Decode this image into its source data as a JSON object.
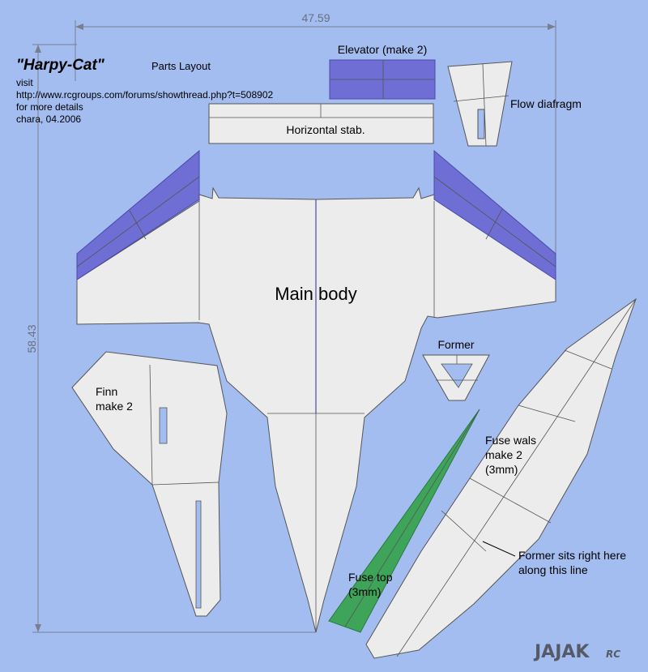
{
  "header": {
    "title": "\"Harpy-Cat\"",
    "subtitle": "Parts Layout",
    "lines": [
      "visit",
      "http://www.rcgroups.com/forums/showthread.php?t=508902",
      "for more details",
      "chara, 04.2006"
    ]
  },
  "dimensions": {
    "width": "47.59",
    "height": "58.43"
  },
  "parts": {
    "elevator": "Elevator (make 2)",
    "horizontal_stab": "Horizontal stab.",
    "flow_diafragm": "Flow diafragm",
    "main_body": "Main body",
    "former": "Former",
    "finn_line1": "Finn",
    "finn_line2": "make 2",
    "fuse_walls_line1": "Fuse wals",
    "fuse_walls_line2": "make 2",
    "fuse_walls_line3": "(3mm)",
    "fuse_top_line1": "Fuse top",
    "fuse_top_line2": "(3mm)"
  },
  "annotations": {
    "former_note_line1": "Former sits right here",
    "former_note_line2": "along this line"
  },
  "watermark": {
    "main": "JAJAK",
    "sub": "RC"
  },
  "colors": {
    "background": "#a3bdf0",
    "part": "#ececec",
    "control_surface": "#6e6ed4",
    "fuse_top": "#3ea45a"
  }
}
